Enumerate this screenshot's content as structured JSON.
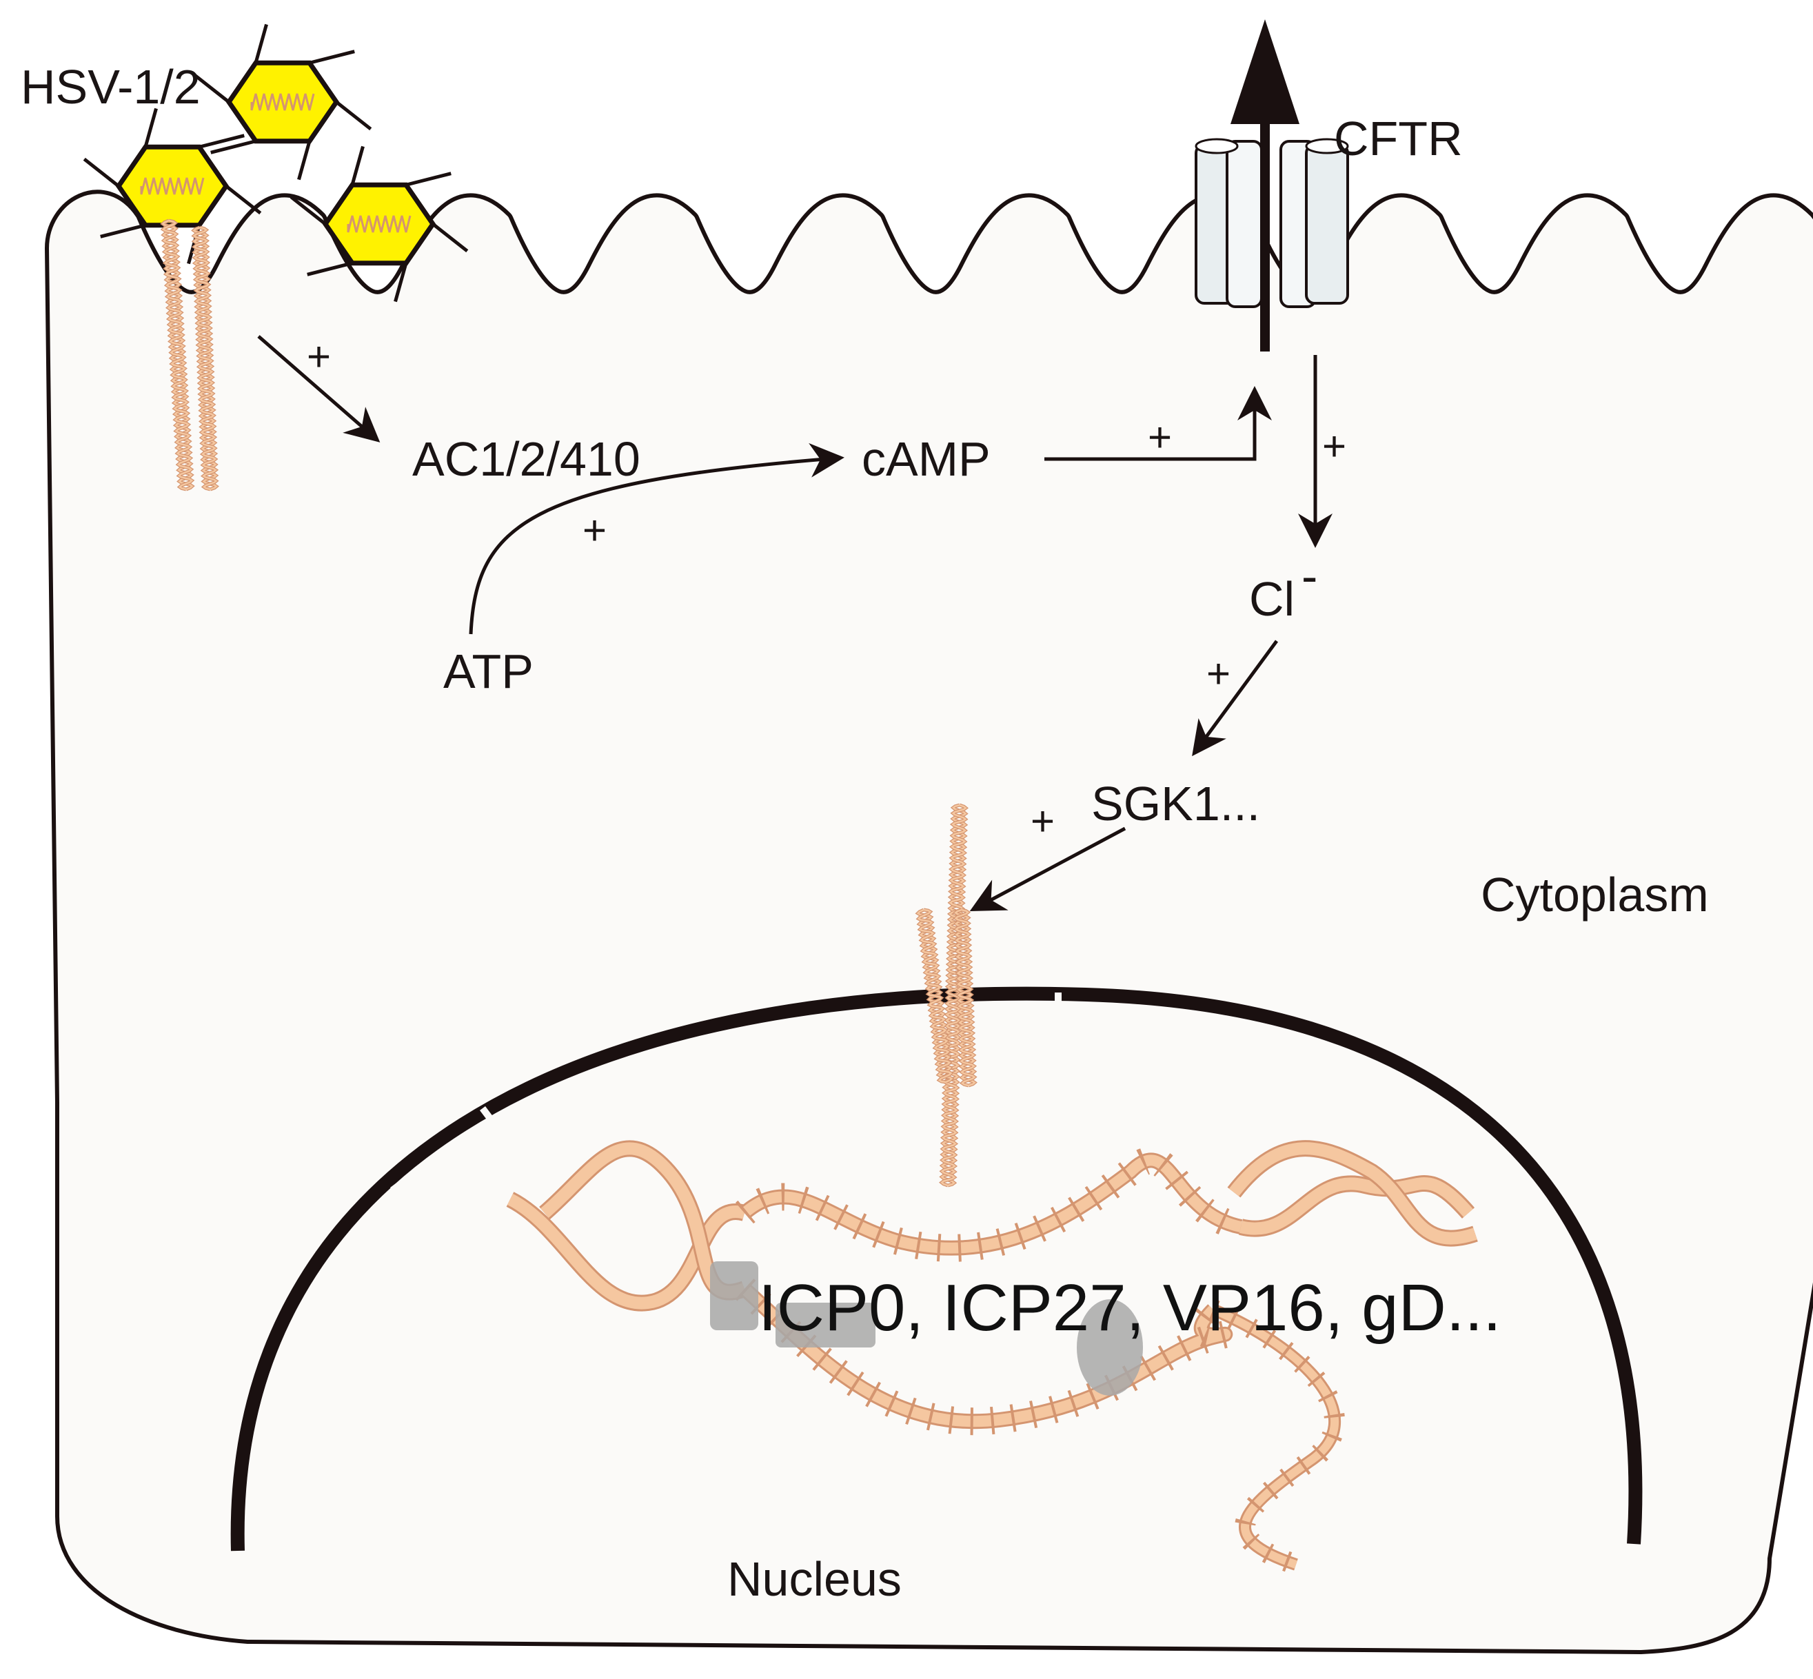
{
  "labels": {
    "virus": "HSV-1/2",
    "channel": "CFTR",
    "enzyme": "AC1/2/410",
    "camp": "cAMP",
    "atp": "ATP",
    "chloride": "Cl",
    "chloride_charge": "-",
    "kinase": "SGK1...",
    "cytoplasm": "Cytoplasm",
    "nucleus": "Nucleus",
    "genes": "ICP0, ICP27, VP16, gD..."
  },
  "signs": {
    "virus_to_ac": "+",
    "atp_to_camp": "+",
    "camp_to_cftr": "+",
    "cftr_to_cl": "+",
    "cl_to_sgk1": "+",
    "sgk1_to_dna": "+"
  },
  "colors": {
    "capsid": "#fff200",
    "dna": "#f5c7a0",
    "dna_stroke": "#d49570",
    "ink": "#1a1010",
    "membrane_fill": "#fbfaf8",
    "protein_grey": "#a8a8a8",
    "channel_fill": "#e8eef0"
  }
}
